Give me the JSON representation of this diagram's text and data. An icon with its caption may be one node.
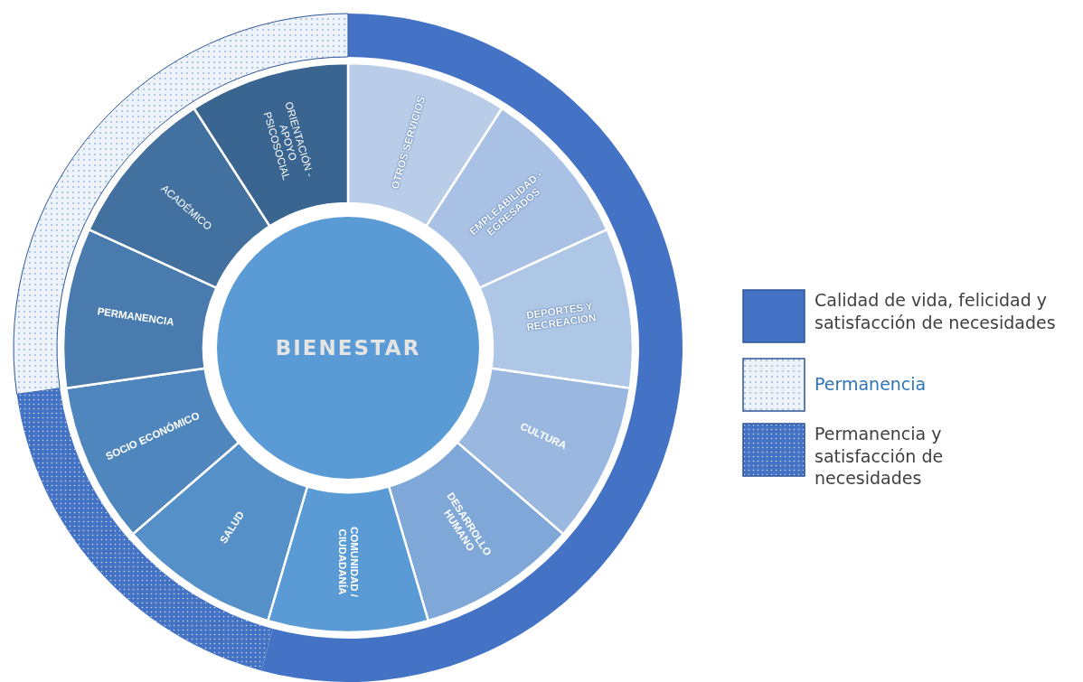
{
  "diagram": {
    "nodes": [
      {
        "text": [
          "BIENESTAR"
        ]
      },
      {
        "text": [
          "OTROS SERVICIOS"
        ]
      },
      {
        "text": [
          "EMPLEABILIDAD - EGRESADOS"
        ]
      },
      {
        "text": [
          "DEPORTES Y RECREACIÓN"
        ]
      },
      {
        "text": [
          "CULTURA"
        ]
      },
      {
        "text": [
          "DESARROLLO HUMANO"
        ]
      },
      {
        "text": [
          "COMUNIDAD / CIUDADANÍA"
        ]
      },
      {
        "text": [
          "SALUD"
        ]
      },
      {
        "text": [
          "SOCIO ECONÓMICO"
        ]
      },
      {
        "text": [
          "PERMANENCIA"
        ]
      },
      {
        "text": [
          "ACADÉMICO"
        ]
      },
      {
        "text": [
          "ORIENTACIÓN - APOYO PSICOSOCIAL"
        ]
      }
    ],
    "legend": [
      {
        "text": "Calidad de vida, felicidad y satisfacción de necesidades",
        "color": "#4472c4"
      },
      {
        "text": "Permanencia",
        "color": "#eef3fa"
      },
      {
        "text": "Permanencia y satisfacción de necesidades",
        "color": "#4472c4"
      }
    ]
  }
}
